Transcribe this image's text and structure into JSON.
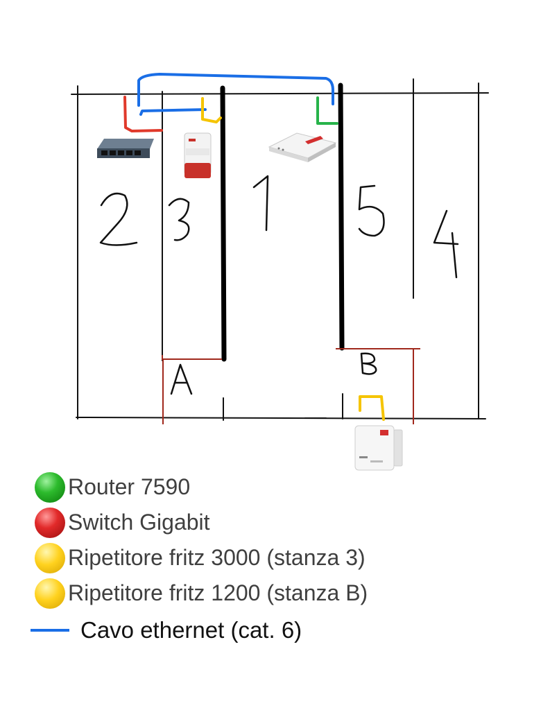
{
  "rooms": {
    "r2": "2",
    "r3": "3",
    "r1": "1",
    "r5": "5",
    "r4": "4",
    "rA": "A",
    "rB": "B"
  },
  "legend": {
    "items": [
      {
        "label": "Router 7590",
        "color": "green"
      },
      {
        "label": "Switch Gigabit",
        "color": "red"
      },
      {
        "label": "Ripetitore fritz 3000 (stanza 3)",
        "color": "yellow"
      },
      {
        "label": "Ripetitore fritz 1200 (stanza B)",
        "color": "yellow"
      }
    ],
    "cable_label": "Cavo ethernet (cat. 6)"
  },
  "colors": {
    "ethernet": "#1a6ee6",
    "router_link": "#27b34a",
    "switch_link": "#e0392b",
    "repeater_link": "#f5c400",
    "thin_wall": "#111111",
    "sub_wall": "#a0281c"
  },
  "icons": {
    "switch": "network-switch-icon",
    "repeater3000": "fritz-repeater-3000-icon",
    "router": "fritz-router-icon",
    "repeater1200": "fritz-repeater-1200-icon"
  }
}
